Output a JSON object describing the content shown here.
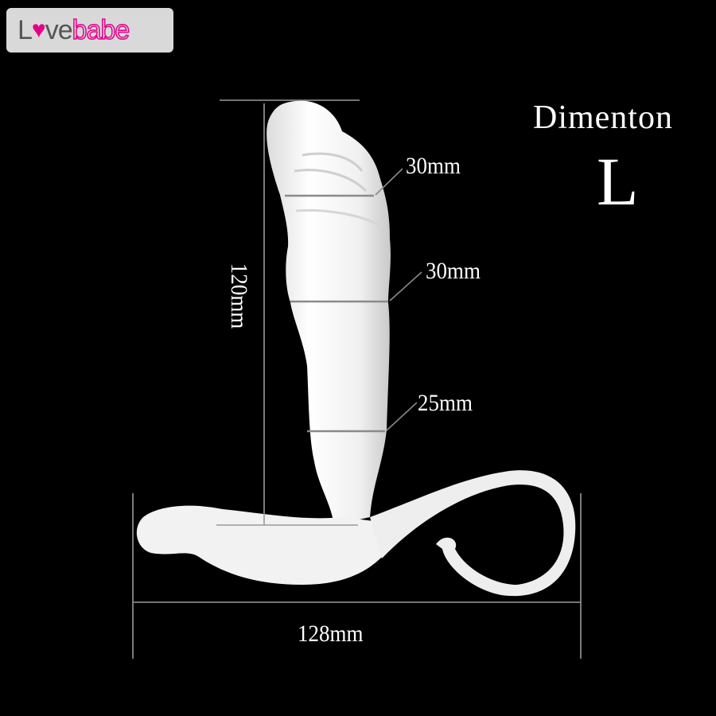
{
  "logo": {
    "text_love_part1": "L",
    "heart": "♥",
    "text_love_part2": "ve",
    "text_babe": "babe"
  },
  "heading": {
    "title": "Dimenton",
    "size": "L"
  },
  "dimensions": {
    "tip_diameter": "30mm",
    "middle_diameter": "30mm",
    "base_diameter": "25mm",
    "length": "120mm",
    "width": "128mm"
  },
  "colors": {
    "background": "#000000",
    "product": "#f2f2f2",
    "measure_line": "#9a9a9a",
    "text": "#ffffff",
    "brand": "#e5008a"
  }
}
